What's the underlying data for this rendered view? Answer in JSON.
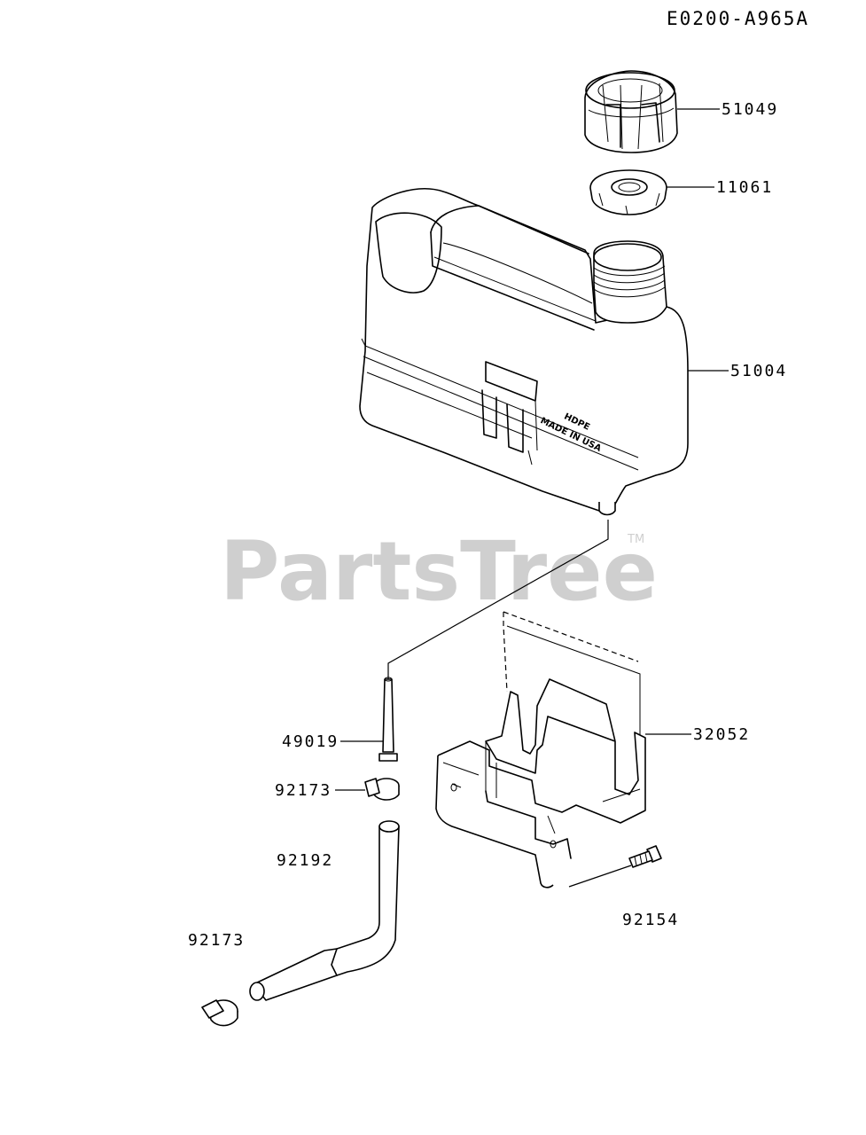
{
  "diagram_code": "E0200-A965A",
  "watermark": {
    "text": "PartsTree",
    "trademark": "TM"
  },
  "tank_embossing": {
    "line1": "HDPE",
    "line2": "MADE IN USA"
  },
  "parts": {
    "cap": {
      "number": "51049"
    },
    "cap_gasket": {
      "number": "11061"
    },
    "fuel_tank": {
      "number": "51004"
    },
    "fuel_filter": {
      "number": "49019"
    },
    "bracket": {
      "number": "32052"
    },
    "clamp_upper": {
      "number": "92173"
    },
    "fuel_hose": {
      "number": "92192"
    },
    "clamp_lower": {
      "number": "92173"
    },
    "bolt": {
      "number": "92154"
    }
  }
}
